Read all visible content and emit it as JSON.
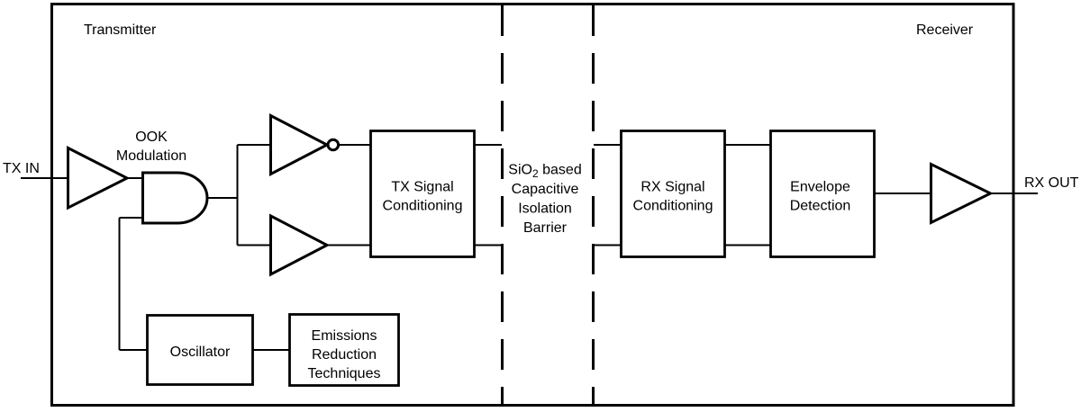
{
  "figure": {
    "background_color": "#ffffff",
    "line_color": "#000000",
    "transmitter_label": "Transmitter",
    "receiver_label": "Receiver",
    "ports": {
      "tx_in": "TX IN",
      "rx_out": "RX OUT"
    },
    "ook_modulation": {
      "line1": "OOK",
      "line2": "Modulation"
    },
    "barrier": {
      "formula_base": "SiO",
      "formula_sub": "2",
      "formula_suffix": "based",
      "line2": "Capacitive",
      "line3": "Isolation",
      "line4": "Barrier"
    },
    "blocks": {
      "tx_signal_conditioning": {
        "line1": "TX Signal",
        "line2": "Conditioning"
      },
      "rx_signal_conditioning": {
        "line1": "RX Signal",
        "line2": "Conditioning"
      },
      "envelope_detection": {
        "line1": "Envelope",
        "line2": "Detection"
      },
      "oscillator": {
        "line1": "Oscillator"
      },
      "emissions_reduction_techniques": {
        "line1": "Emissions",
        "line2": "Reduction",
        "line3": "Techniques"
      }
    },
    "icons": {
      "input_buffer": "buffer-triangle",
      "top_inverter": "inverter-triangle-with-bubble",
      "bottom_buffer": "buffer-triangle",
      "and_gate": "and-gate",
      "output_buffer": "buffer-triangle"
    }
  }
}
